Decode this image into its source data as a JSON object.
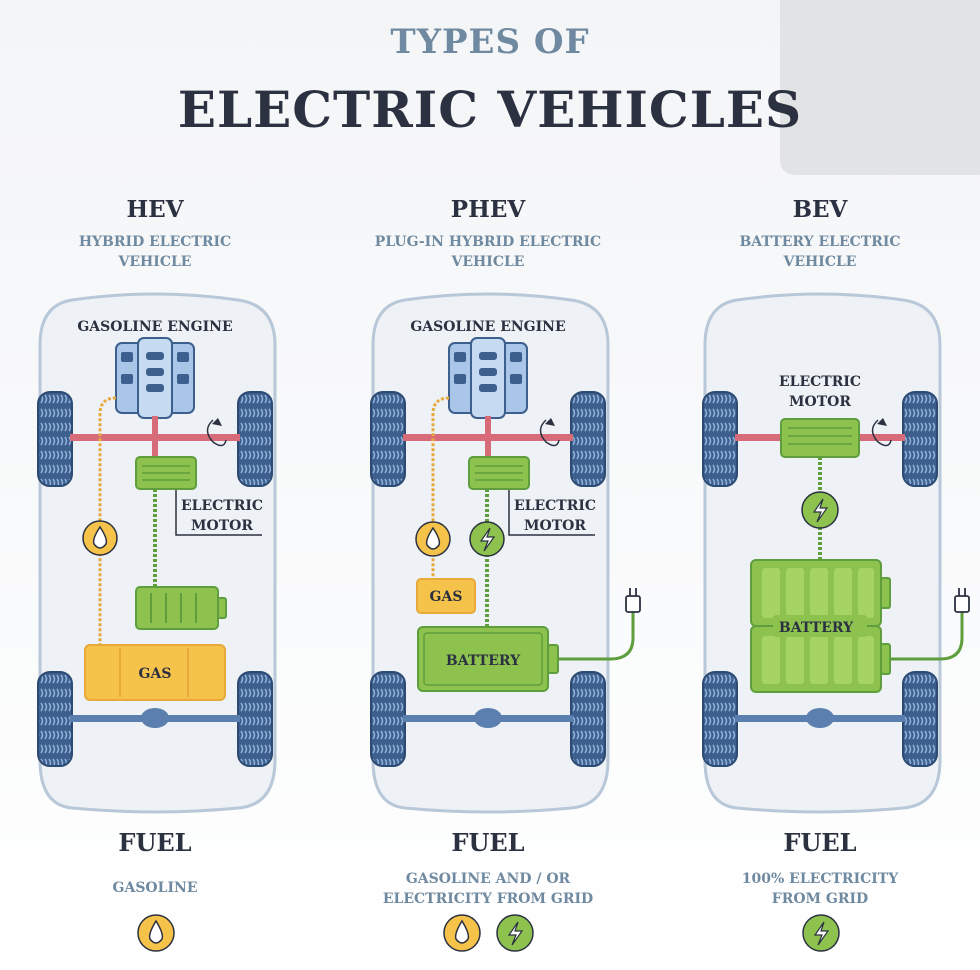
{
  "title": {
    "line1": "TYPES OF",
    "line2": "ELECTRIC VEHICLES"
  },
  "columns": [
    {
      "abbr": "HEV",
      "full_line1": "HYBRID ELECTRIC",
      "full_line2": "VEHICLE",
      "labels": {
        "engine": "GASOLINE ENGINE",
        "motor_line1": "ELECTRIC",
        "motor_line2": "MOTOR",
        "gas": "GAS"
      },
      "fuel_heading": "FUEL",
      "fuel_line1": "GASOLINE",
      "fuel_icons": [
        "fuel-drop-icon"
      ]
    },
    {
      "abbr": "PHEV",
      "full_line1": "PLUG-IN HYBRID ELECTRIC",
      "full_line2": "VEHICLE",
      "labels": {
        "engine": "GASOLINE ENGINE",
        "motor_line1": "ELECTRIC",
        "motor_line2": "MOTOR",
        "gas": "GAS",
        "battery": "BATTERY"
      },
      "fuel_heading": "FUEL",
      "fuel_line1": "GASOLINE AND / OR",
      "fuel_line2": "ELECTRICITY FROM GRID",
      "fuel_icons": [
        "fuel-drop-icon",
        "lightning-icon"
      ]
    },
    {
      "abbr": "BEV",
      "full_line1": "BATTERY ELECTRIC",
      "full_line2": "VEHICLE",
      "labels": {
        "motor_line1": "ELECTRIC",
        "motor_line2": "MOTOR",
        "battery": "BATTERY"
      },
      "fuel_heading": "FUEL",
      "fuel_line1": "100% ELECTRICITY",
      "fuel_line2": "FROM GRID",
      "fuel_icons": [
        "lightning-icon"
      ]
    }
  ],
  "colors": {
    "car_body": "#eef1f5",
    "outline": "#b8c8d8",
    "wheel": "#3d5f8e",
    "axle": "#d86b7a",
    "rear_axle": "#5b7fae",
    "gas": "#f5c24a",
    "gas_line": "#e6a93a",
    "electric": "#8ec24f",
    "electric_line": "#5f9e3d",
    "engine": "#a9c6e8",
    "heading": "#2b3140",
    "subheading": "#6f8aa0"
  }
}
